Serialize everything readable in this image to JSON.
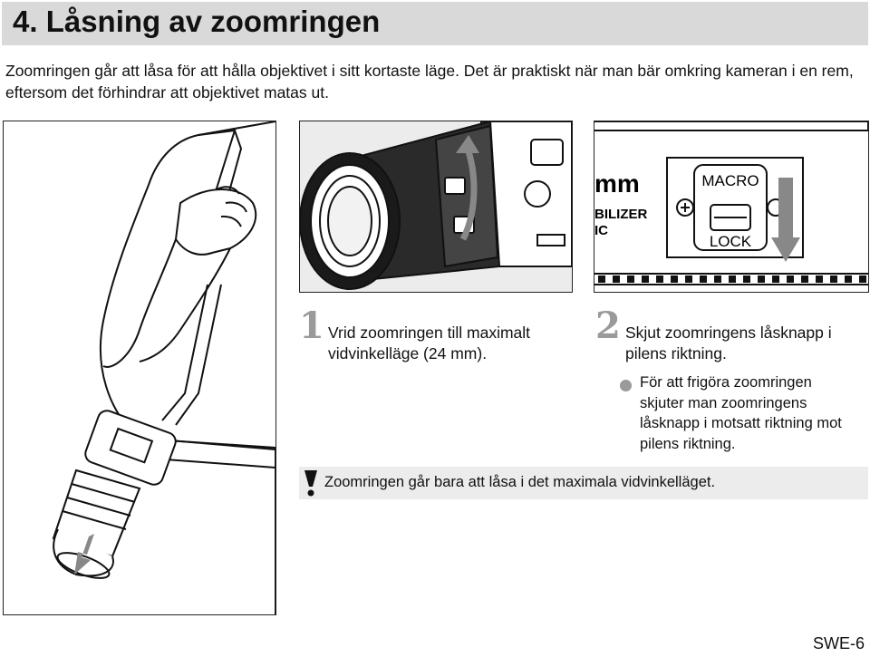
{
  "heading": {
    "title": "4. Låsning av zoomringen"
  },
  "intro": "Zoomringen går att låsa för att hålla objektivet i sitt kortaste läge. Det är praktiskt när man bär omkring kameran i en rem, eftersom det förhindrar att objektivet matas ut.",
  "figures": {
    "switch_panel": {
      "macro_label": "MACRO",
      "lock_label": "LOCK",
      "mm_fragment": "mm",
      "stabilizer_fragment": "BILIZER",
      "ic_fragment": "IC"
    }
  },
  "steps": [
    {
      "number": "1",
      "text": "Vrid zoomringen till maximalt vidvinkelläge (24 mm)."
    },
    {
      "number": "2",
      "text": "Skjut zoomringens låsknapp i pilens riktning."
    }
  ],
  "note": "För att frigöra zoomringen skjuter man zoomringens låsknapp i motsatt riktning mot pilens riktning.",
  "caution": "Zoomringen går bara att låsa i det maximala vidvinkelläget.",
  "page_number": "SWE-6"
}
